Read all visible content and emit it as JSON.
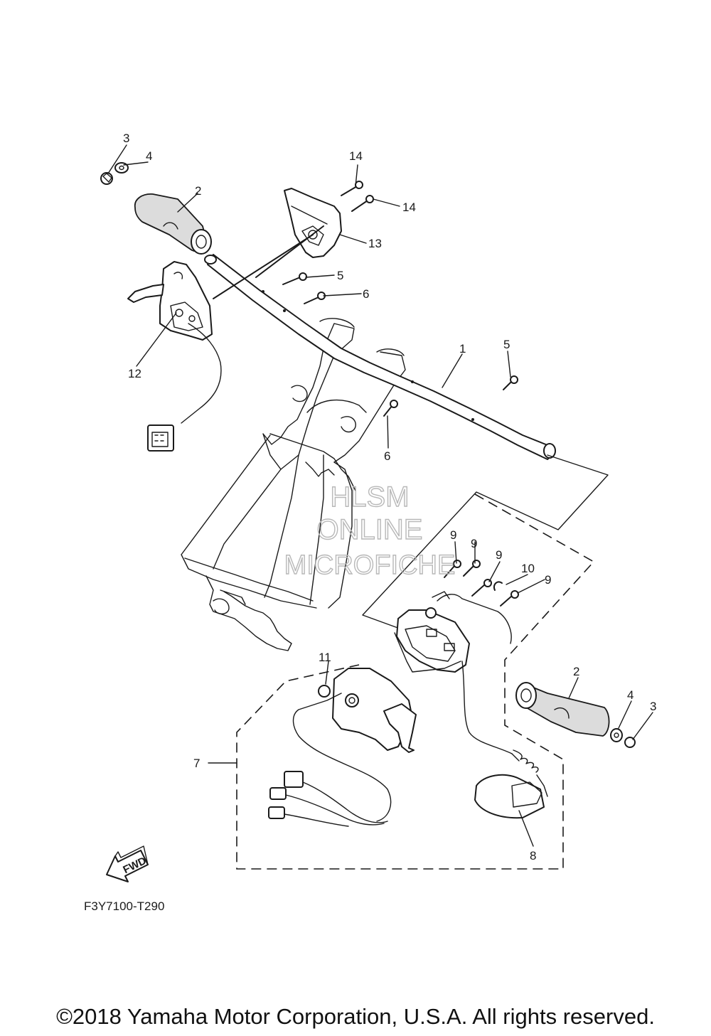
{
  "diagram": {
    "callouts": [
      "1",
      "2",
      "3",
      "4",
      "5",
      "6",
      "7",
      "8",
      "9",
      "10",
      "11",
      "12",
      "13",
      "14"
    ],
    "direction_label": "FWD",
    "drawing_code": "F3Y7100-T290",
    "watermark": [
      "HLSM",
      "ONLINE",
      "MICROFICHE"
    ]
  },
  "footer": {
    "copyright": "©2018 Yamaha Motor Corporation, U.S.A. All rights reserved."
  }
}
